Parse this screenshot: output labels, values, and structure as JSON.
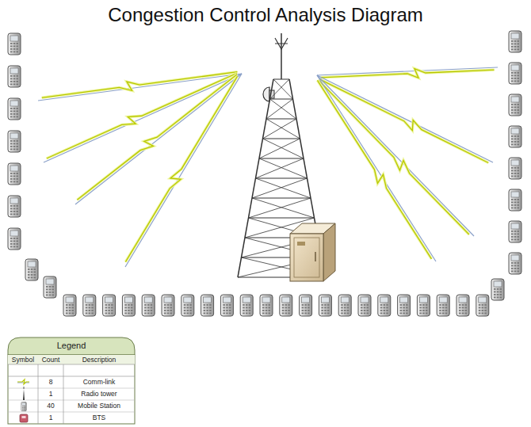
{
  "diagram": {
    "title": "Congestion Control Analysis Diagram",
    "labels": [
      "Legend",
      "Symbol",
      "Count",
      "Description",
      "8",
      "1",
      "40",
      "1"
    ],
    "legend": [
      {
        "text": "Comm-link"
      },
      {
        "text": "Radio tower"
      },
      {
        "text": "Mobile Station"
      },
      {
        "text": "BTS"
      }
    ]
  }
}
